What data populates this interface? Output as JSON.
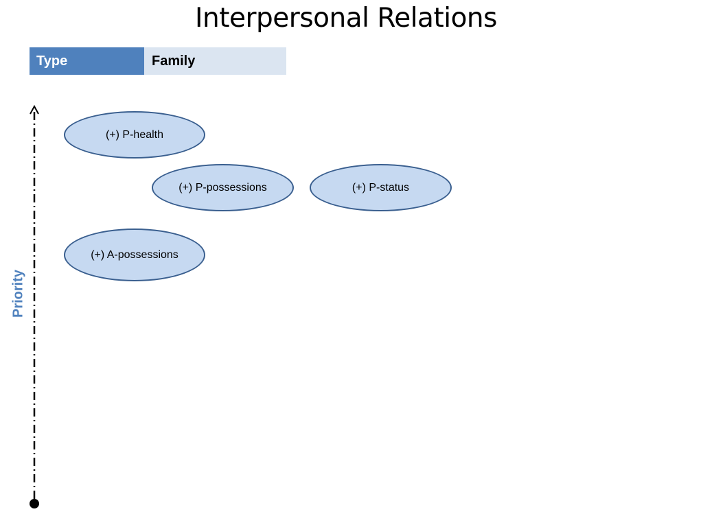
{
  "title": "Interpersonal Relations",
  "header": {
    "type_label": "Type",
    "type_value": "Family"
  },
  "axis": {
    "label": "Priority"
  },
  "nodes": [
    {
      "id": "p-health",
      "label": "(+) P-health"
    },
    {
      "id": "p-possessions",
      "label": "(+) P-possessions"
    },
    {
      "id": "p-status",
      "label": "(+) P-status"
    },
    {
      "id": "a-possessions",
      "label": "(+) A-possessions"
    }
  ],
  "colors": {
    "header_dark": "#4f81bd",
    "header_light": "#dbe5f1",
    "node_fill": "#c6d9f1",
    "node_border": "#3a5f8f",
    "axis_label": "#4f81bd"
  }
}
